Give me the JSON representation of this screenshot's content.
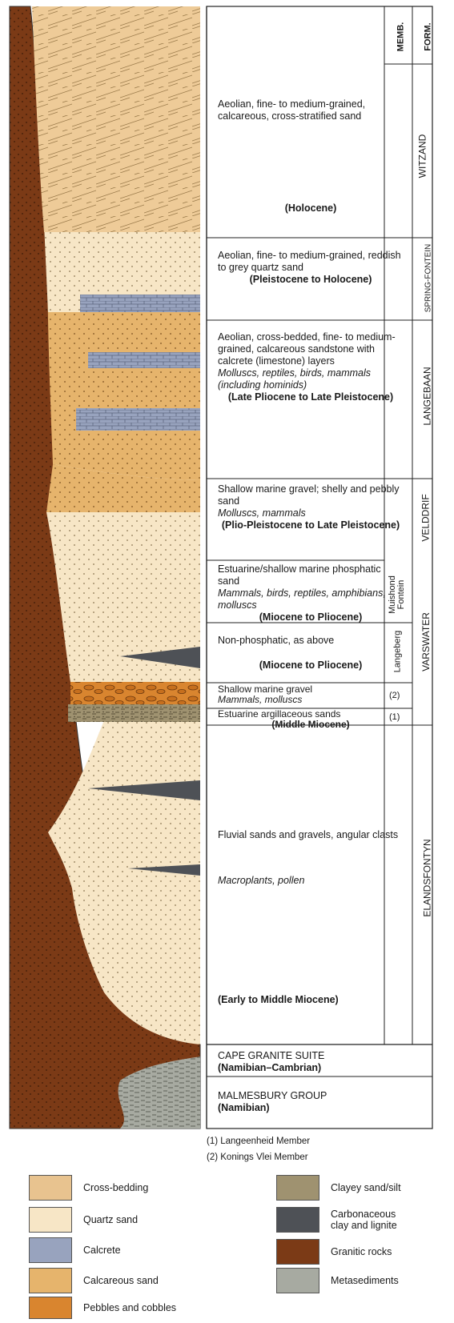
{
  "header": {
    "memb": "MEMB.",
    "form": "FORM."
  },
  "units": [
    {
      "text": "Aeolian, fine- to medium-grained, calcareous, cross-stratified sand",
      "fossils": "",
      "age": "(Holocene)"
    },
    {
      "text": "Aeolian, fine- to medium-grained, reddish to grey quartz sand",
      "fossils": "",
      "age": "(Pleistocene to Holocene)"
    },
    {
      "text": "Aeolian, cross-bedded, fine- to medium-grained, calcareous sandstone with calcrete (limestone) layers",
      "fossils": "Molluscs, reptiles, birds, mammals (including hominids)",
      "age": "(Late Pliocene to Late Pleistocene)"
    },
    {
      "text": "Shallow marine gravel; shelly and pebbly sand",
      "fossils": "Molluscs, mammals",
      "age": "(Plio-Pleistocene to Late Pleistocene)"
    },
    {
      "text": "Estuarine/shallow marine phosphatic sand",
      "fossils": "Mammals, birds, reptiles, amphibians, molluscs",
      "age": "(Miocene to Pliocene)"
    },
    {
      "text": "Non-phosphatic, as above",
      "fossils": "",
      "age": "(Miocene to Pliocene)"
    },
    {
      "text": "Shallow marine gravel",
      "fossils": "Mammals, molluscs",
      "age": ""
    },
    {
      "text": "Estuarine argillaceous sands",
      "fossils": "",
      "age": "(Middle Miocene)"
    },
    {
      "text": "Fluvial sands and gravels, angular clasts",
      "fossils": "Macroplants, pollen",
      "age": "(Early to Middle Miocene)"
    },
    {
      "text": "CAPE GRANITE SUITE",
      "fossils": "",
      "age": "(Namibian–Cambrian)"
    },
    {
      "text": "MALMESBURY GROUP",
      "fossils": "",
      "age": "(Namibian)"
    }
  ],
  "members": [
    "Muishond Fontein",
    "Langeberg",
    "(2)",
    "(1)"
  ],
  "formations": [
    "WITZAND",
    "SPRING-FONTEIN",
    "LANGEBAAN",
    "VELDDRIF",
    "VARSWATER",
    "ELANDSFONTYN"
  ],
  "footnotes": [
    "(1)  Langeenheid Member",
    "(2)  Konings Vlei Member"
  ],
  "legend": [
    {
      "label": "Cross-bedding",
      "color": "#e8c38f"
    },
    {
      "label": "Quartz sand",
      "color": "#f7e6c6"
    },
    {
      "label": "Calcrete",
      "color": "#98a3be"
    },
    {
      "label": "Calcareous sand",
      "color": "#e6b46c"
    },
    {
      "label": "Pebbles and cobbles",
      "color": "#d9852f"
    },
    {
      "label": "Clayey sand/silt",
      "color": "#9f9270"
    },
    {
      "label": "Carbonaceous clay and lignite",
      "color": "#4e5156"
    },
    {
      "label": "Granitic rocks",
      "color": "#7b3a16"
    },
    {
      "label": "Metasediments",
      "color": "#a7aaa1"
    }
  ]
}
